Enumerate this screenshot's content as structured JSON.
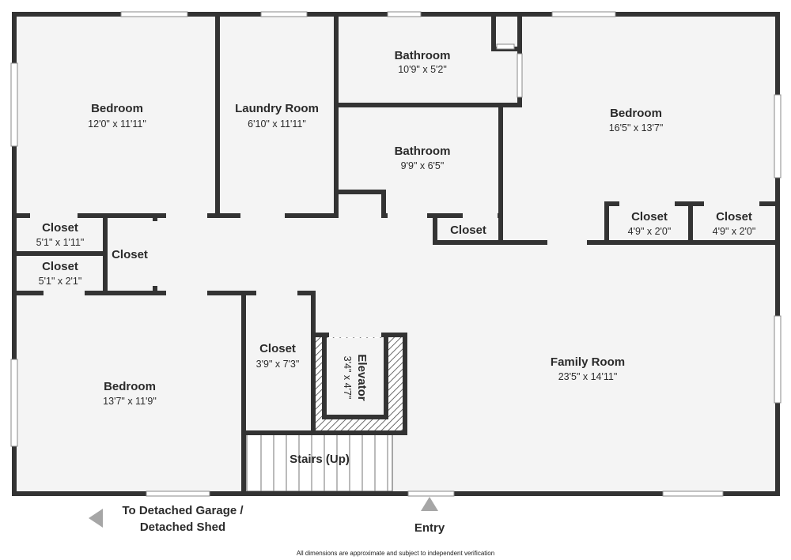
{
  "rooms": {
    "bedroom_top_left": {
      "name": "Bedroom",
      "dims": "12'0\" x 11'11\""
    },
    "laundry": {
      "name": "Laundry Room",
      "dims": "6'10\" x 11'11\""
    },
    "bathroom_top": {
      "name": "Bathroom",
      "dims": "10'9\" x 5'2\""
    },
    "bathroom_mid": {
      "name": "Bathroom",
      "dims": "9'9\" x 6'5\""
    },
    "bedroom_top_right": {
      "name": "Bedroom",
      "dims": "16'5\" x 13'7\""
    },
    "closet_left_1": {
      "name": "Closet",
      "dims": "5'1\" x 1'11\""
    },
    "closet_left_2": {
      "name": "Closet",
      "dims": "5'1\" x 2'1\""
    },
    "closet_small_vert": {
      "name": "Closet"
    },
    "closet_bath": {
      "name": "Closet"
    },
    "closet_right_1": {
      "name": "Closet",
      "dims": "4'9\" x 2'0\""
    },
    "closet_right_2": {
      "name": "Closet",
      "dims": "4'9\" x 2'0\""
    },
    "closet_center": {
      "name": "Closet",
      "dims": "3'9\" x 7'3\""
    },
    "elevator": {
      "name": "Elevator",
      "dims": "3'4\" x 4'7\""
    },
    "family_room": {
      "name": "Family Room",
      "dims": "23'5\" x 14'11\""
    },
    "bedroom_bottom_left": {
      "name": "Bedroom",
      "dims": "13'7\" x 11'9\""
    },
    "stairs": {
      "name": "Stairs (Up)"
    }
  },
  "labels": {
    "garage_line1": "To Detached Garage /",
    "garage_line2": "Detached Shed",
    "entry": "Entry",
    "disclaimer": "All dimensions are approximate and subject to independent verification"
  },
  "colors": {
    "wall": "#333333",
    "floor": "#f4f4f4",
    "arrow": "#a6a6a6"
  }
}
